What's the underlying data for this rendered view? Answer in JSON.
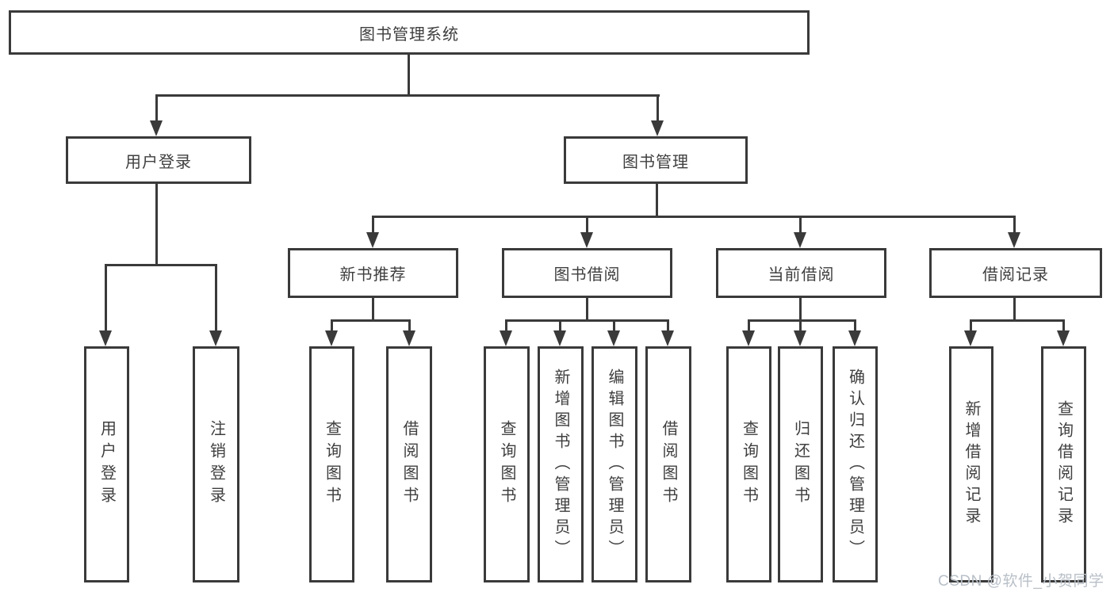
{
  "diagram_title": "图书管理系统",
  "colors": {
    "line": "#3a3a3a",
    "box_border": "#3a3a3a",
    "box_fill": "#ffffff",
    "text": "#3f3f3f",
    "watermark": "#b9c0c8",
    "background": "#ffffff"
  },
  "tree": {
    "root": {
      "label": "图书管理系统"
    },
    "branches": [
      {
        "label": "用户登录",
        "children": [
          {
            "label": "用户登录"
          },
          {
            "label": "注销登录"
          }
        ]
      },
      {
        "label": "图书管理",
        "children": [
          {
            "label": "新书推荐",
            "children": [
              {
                "label": "查询图书"
              },
              {
                "label": "借阅图书"
              }
            ]
          },
          {
            "label": "图书借阅",
            "children": [
              {
                "label": "查询图书"
              },
              {
                "label": "新增图书（管理员）"
              },
              {
                "label": "编辑图书（管理员）"
              },
              {
                "label": "借阅图书"
              }
            ]
          },
          {
            "label": "当前借阅",
            "children": [
              {
                "label": "查询图书"
              },
              {
                "label": "归还图书"
              },
              {
                "label": "确认归还（管理员）"
              }
            ]
          },
          {
            "label": "借阅记录",
            "children": [
              {
                "label": "新增借阅记录"
              },
              {
                "label": "查询借阅记录"
              }
            ]
          }
        ]
      }
    ]
  },
  "watermark": {
    "text": "CSDN @软件_小贺同学"
  }
}
